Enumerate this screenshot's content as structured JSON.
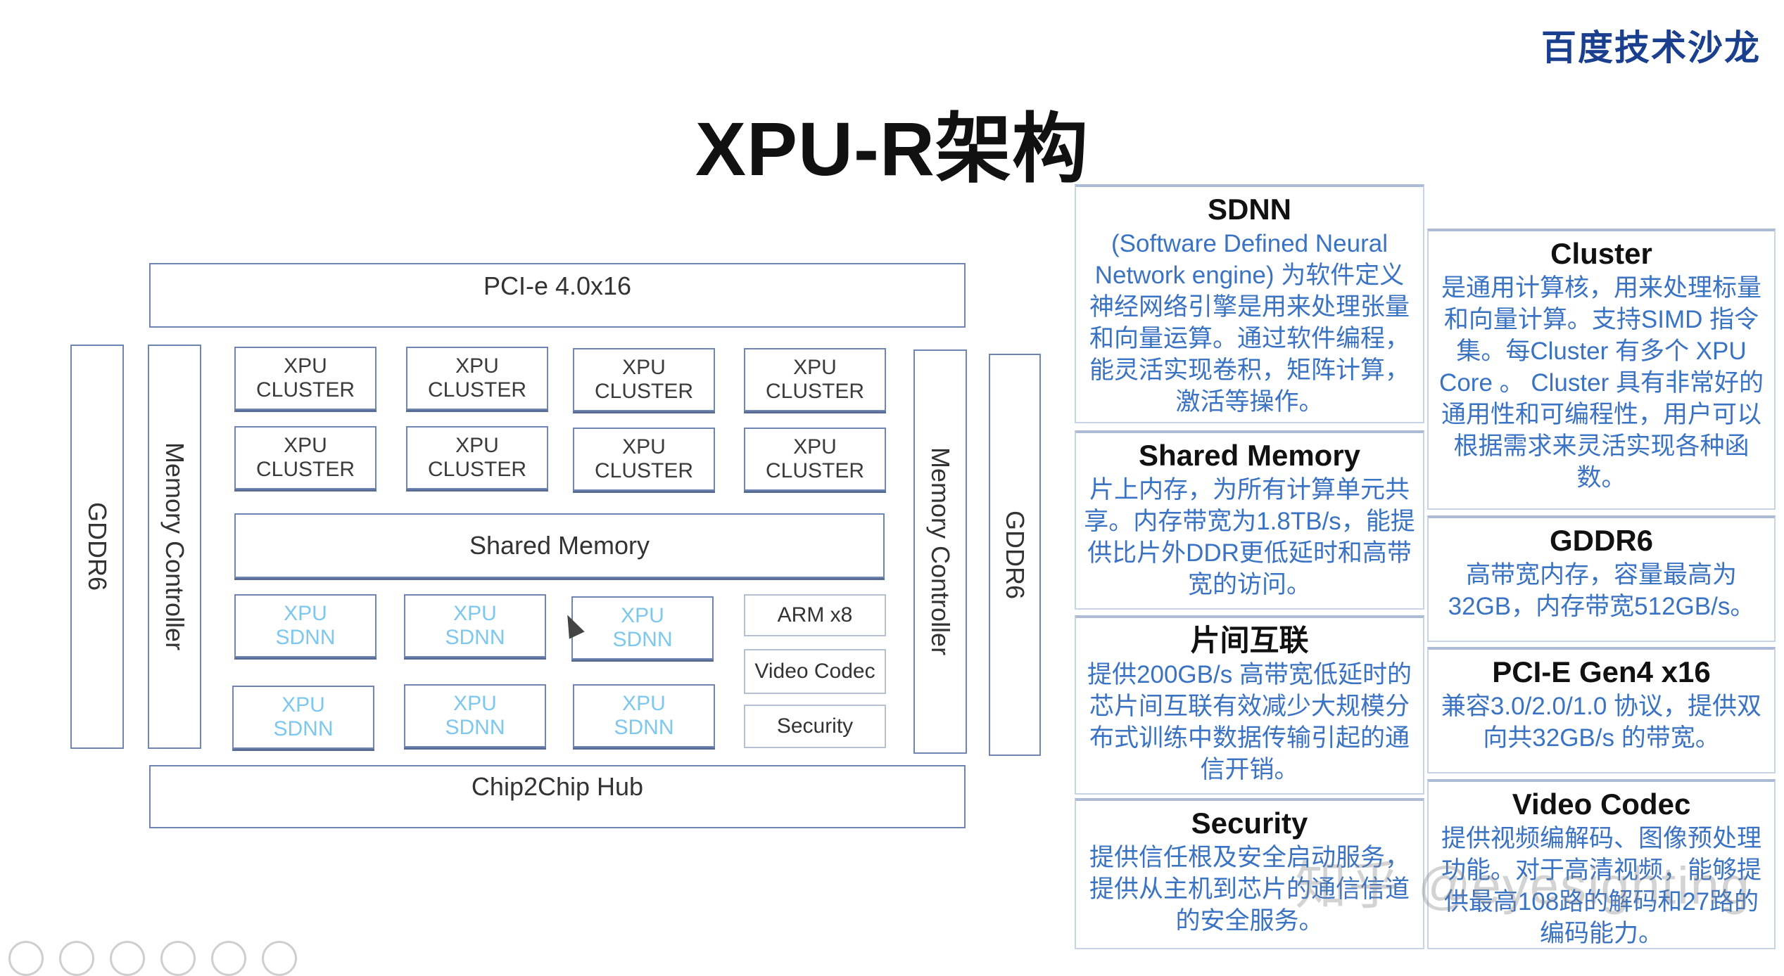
{
  "brand": "百度技术沙龙",
  "title": "XPU-R架构",
  "diagram": {
    "pcie": "PCI-e 4.0x16",
    "gddr_left": "GDDR6",
    "gddr_right": "GDDR6",
    "mc_left": "Memory Controller",
    "mc_right": "Memory Controller",
    "cluster_label": "XPU\nCLUSTER",
    "sdnn_label": "XPU\nSDNN",
    "shared_memory": "Shared Memory",
    "arm": "ARM x8",
    "video_codec": "Video Codec",
    "security": "Security",
    "hub": "Chip2Chip Hub"
  },
  "panels": {
    "sdnn": {
      "title": "SDNN",
      "body": "(Software Defined Neural Network engine) 为软件定义神经网络引擎是用来处理张量和向量运算。通过软件编程，能灵活实现卷积，矩阵计算，激活等操作。"
    },
    "shared_memory": {
      "title": "Shared Memory",
      "body": "片上内存，为所有计算单元共享。内存带宽为1.8TB/s，能提供比片外DDR更低延时和高带宽的访问。"
    },
    "interconnect": {
      "title": "片间互联",
      "body": "提供200GB/s 高带宽低延时的芯片间互联有效减少大规模分布式训练中数据传输引起的通信开销。"
    },
    "security": {
      "title": "Security",
      "body": "提供信任根及安全启动服务，提供从主机到芯片的通信信道的安全服务。"
    },
    "cluster": {
      "title": "Cluster",
      "body": "是通用计算核，用来处理标量和向量计算。支持SIMD 指令集。每Cluster 有多个 XPU Core 。 Cluster 具有非常好的通用性和可编程性，用户可以根据需求来灵活实现各种函数。"
    },
    "gddr6": {
      "title": "GDDR6",
      "body": "高带宽内存，容量最高为 32GB，内存带宽512GB/s。"
    },
    "pcie": {
      "title": "PCI-E Gen4 x16",
      "body": "兼容3.0/2.0/1.0 协议，提供双向共32GB/s 的带宽。"
    },
    "video_codec": {
      "title": "Video Codec",
      "body": "提供视频编解码、图像预处理功能。对于高清视频，能够提供最高108路的解码和27路的编码能力。"
    }
  },
  "watermark": "知乎 @eyesighting"
}
